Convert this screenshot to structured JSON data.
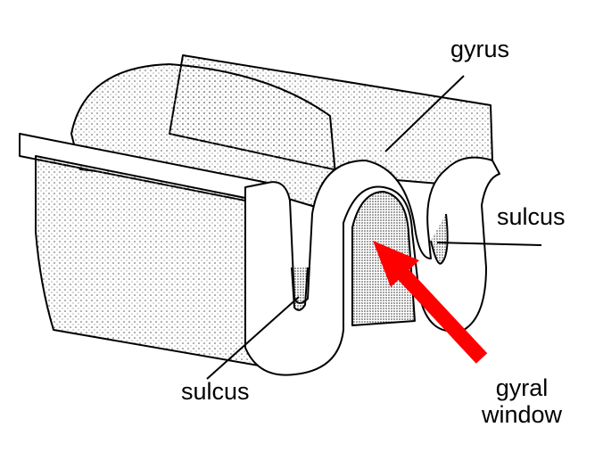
{
  "labels": {
    "gyrus": "gyrus",
    "sulcus_right": "sulcus",
    "sulcus_bottom": "sulcus",
    "gyral_window_line1": "gyral",
    "gyral_window_line2": "window"
  },
  "colors": {
    "arrow": "#ff0000",
    "stroke": "#000000",
    "stipple": "#555555"
  }
}
